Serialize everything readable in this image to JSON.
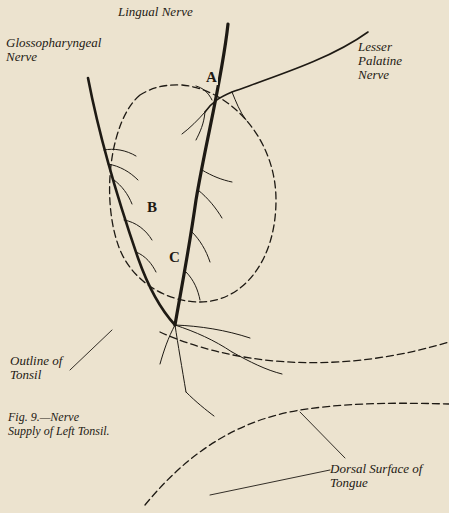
{
  "diagram": {
    "caption": "Fig. 9.—Nerve Supply of Left Tonsil.",
    "labels": [
      "Lingual Nerve",
      "Glossopharyngeal Nerve",
      "Lesser Palatine Nerve",
      "A",
      "B",
      "C",
      "Outline of Tonsil",
      "Dorsal Surface of Tongue"
    ]
  }
}
